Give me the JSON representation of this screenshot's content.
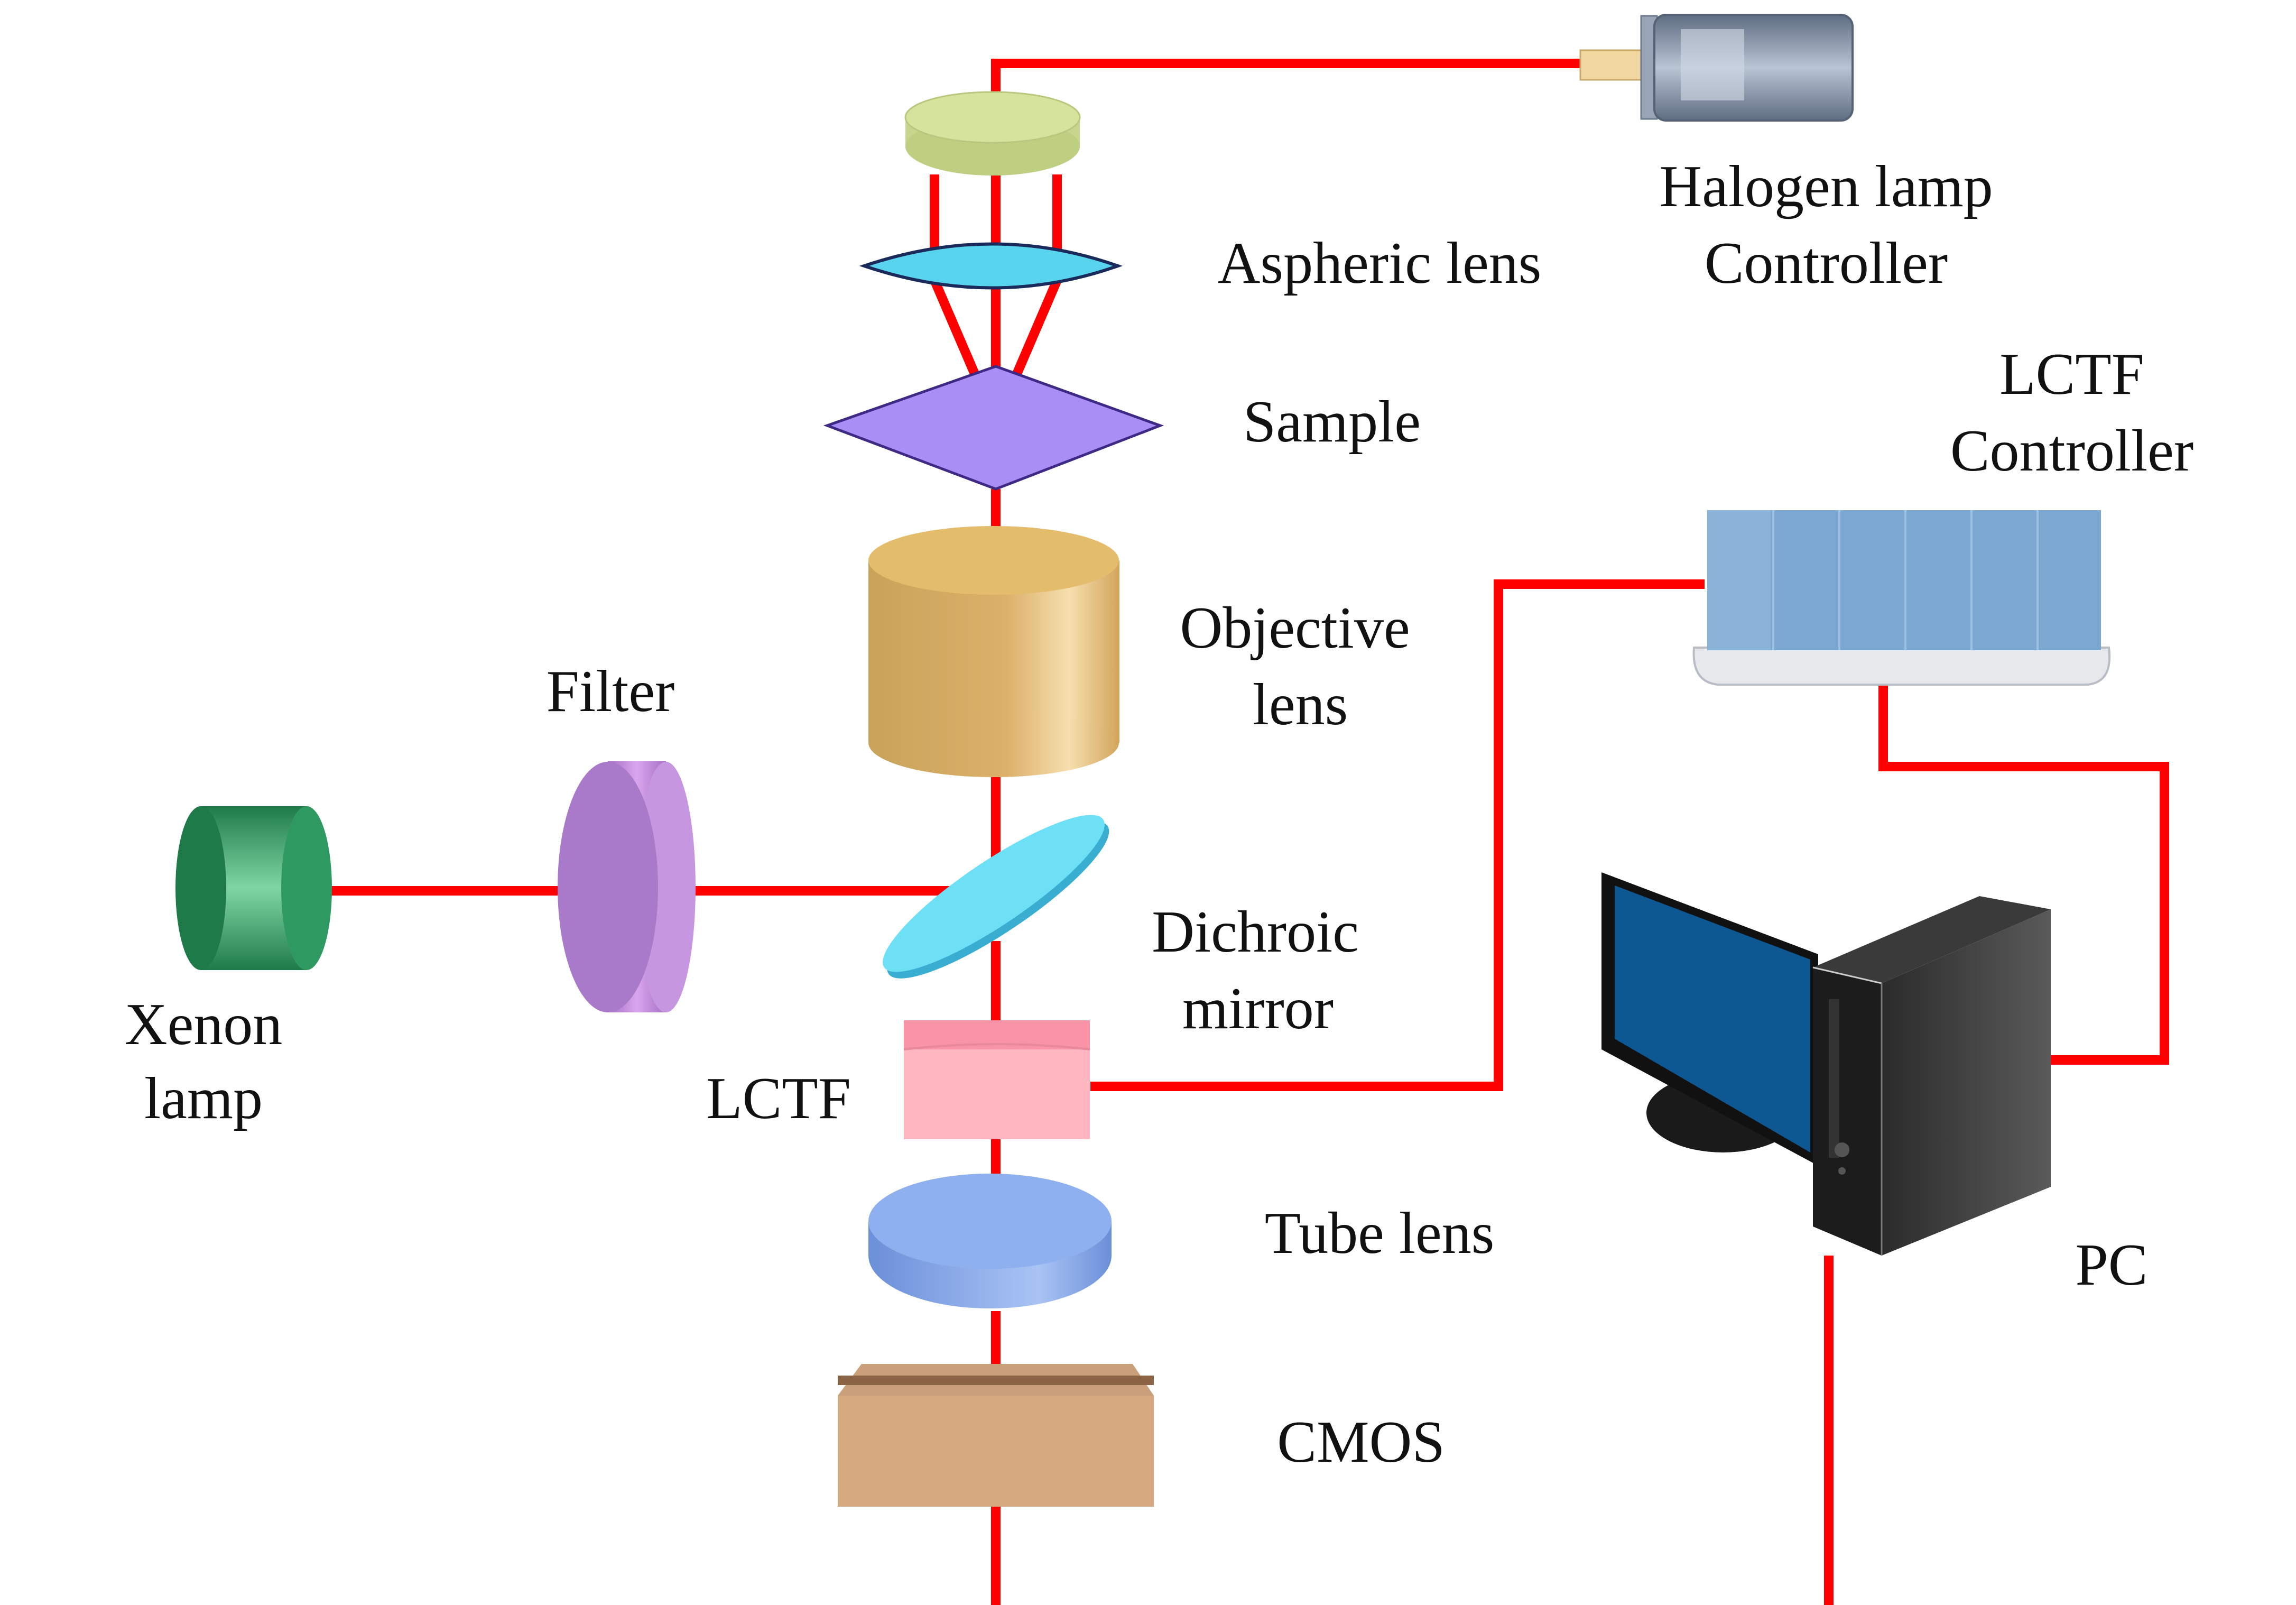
{
  "labels": {
    "halogen_line1": "Halogen lamp",
    "halogen_line2": "Controller",
    "aspheric_lens": "Aspheric lens",
    "sample": "Sample",
    "lctf_controller_line1": "LCTF",
    "lctf_controller_line2": "Controller",
    "objective_line1": "Objective",
    "objective_line2": "lens",
    "filter": "Filter",
    "xenon_line1": "Xenon",
    "xenon_line2": "lamp",
    "dichroic_line1": "Dichroic",
    "dichroic_line2": "mirror",
    "lctf": "LCTF",
    "tube_lens": "Tube lens",
    "cmos": "CMOS",
    "pc": "PC"
  },
  "colors": {
    "beam": "#ff0000",
    "background": "#ffffff"
  }
}
